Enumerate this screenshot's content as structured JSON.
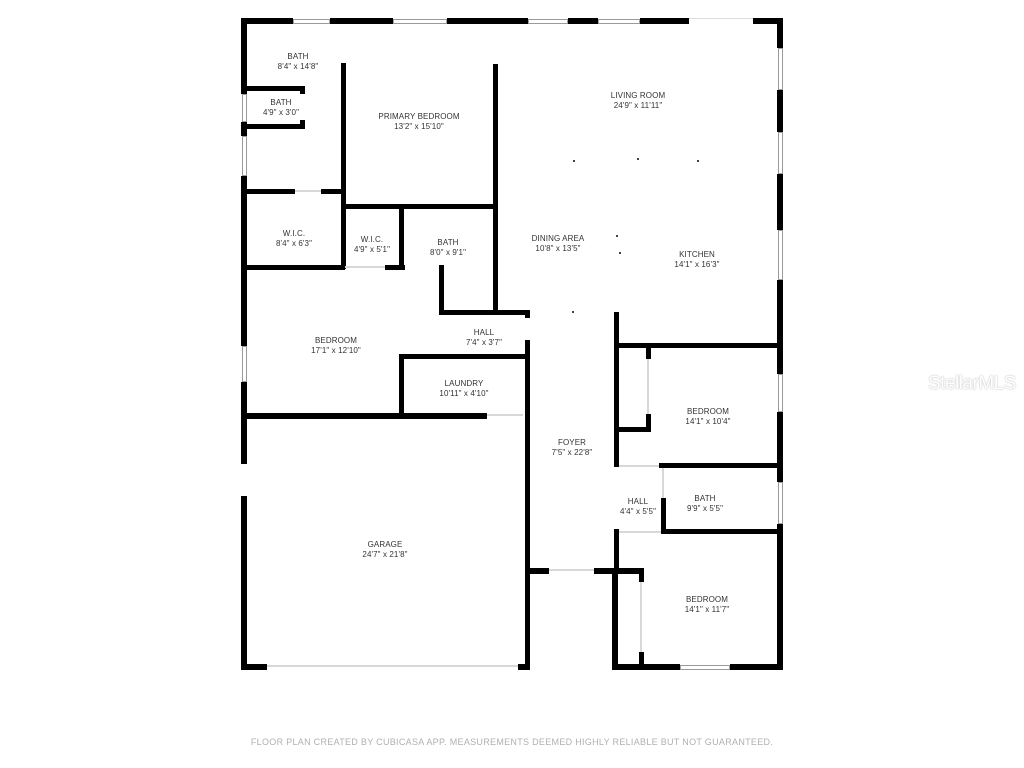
{
  "plan": {
    "rooms": [
      {
        "id": "bath-primary",
        "name": "BATH",
        "dims": "8'4\" x 14'8\""
      },
      {
        "id": "bath-small",
        "name": "BATH",
        "dims": "4'9\" x 3'0\""
      },
      {
        "id": "primary-bedroom",
        "name": "PRIMARY BEDROOM",
        "dims": "13'2\" x 15'10\""
      },
      {
        "id": "living-room",
        "name": "LIVING ROOM",
        "dims": "24'9\" x 11'11\""
      },
      {
        "id": "wic-large",
        "name": "W.I.C.",
        "dims": "8'4\" x 6'3\""
      },
      {
        "id": "wic-small",
        "name": "W.I.C.",
        "dims": "4'9\" x 5'1\""
      },
      {
        "id": "bath-middle",
        "name": "BATH",
        "dims": "8'0\" x 9'1\""
      },
      {
        "id": "dining-area",
        "name": "DINING AREA",
        "dims": "10'8\" x 13'5\""
      },
      {
        "id": "kitchen",
        "name": "KITCHEN",
        "dims": "14'1\" x 16'3\""
      },
      {
        "id": "bedroom-west",
        "name": "BEDROOM",
        "dims": "17'1\" x 12'10\""
      },
      {
        "id": "hall-west",
        "name": "HALL",
        "dims": "7'4\" x 3'7\""
      },
      {
        "id": "laundry",
        "name": "LAUNDRY",
        "dims": "10'11\" x 4'10\""
      },
      {
        "id": "bedroom-east-1",
        "name": "BEDROOM",
        "dims": "14'1\" x 10'4\""
      },
      {
        "id": "foyer",
        "name": "FOYER",
        "dims": "7'5\" x 22'8\""
      },
      {
        "id": "hall-east",
        "name": "HALL",
        "dims": "4'4\" x 5'5\""
      },
      {
        "id": "bath-east",
        "name": "BATH",
        "dims": "9'9\" x 5'5\""
      },
      {
        "id": "garage",
        "name": "GARAGE",
        "dims": "24'7\" x 21'8\""
      },
      {
        "id": "bedroom-east-2",
        "name": "BEDROOM",
        "dims": "14'1\" x 11'7\""
      }
    ]
  },
  "watermark": "StellarMLS",
  "footer": "FLOOR PLAN CREATED BY CUBICASA APP. MEASUREMENTS DEEMED HIGHLY RELIABLE BUT NOT GUARANTEED."
}
